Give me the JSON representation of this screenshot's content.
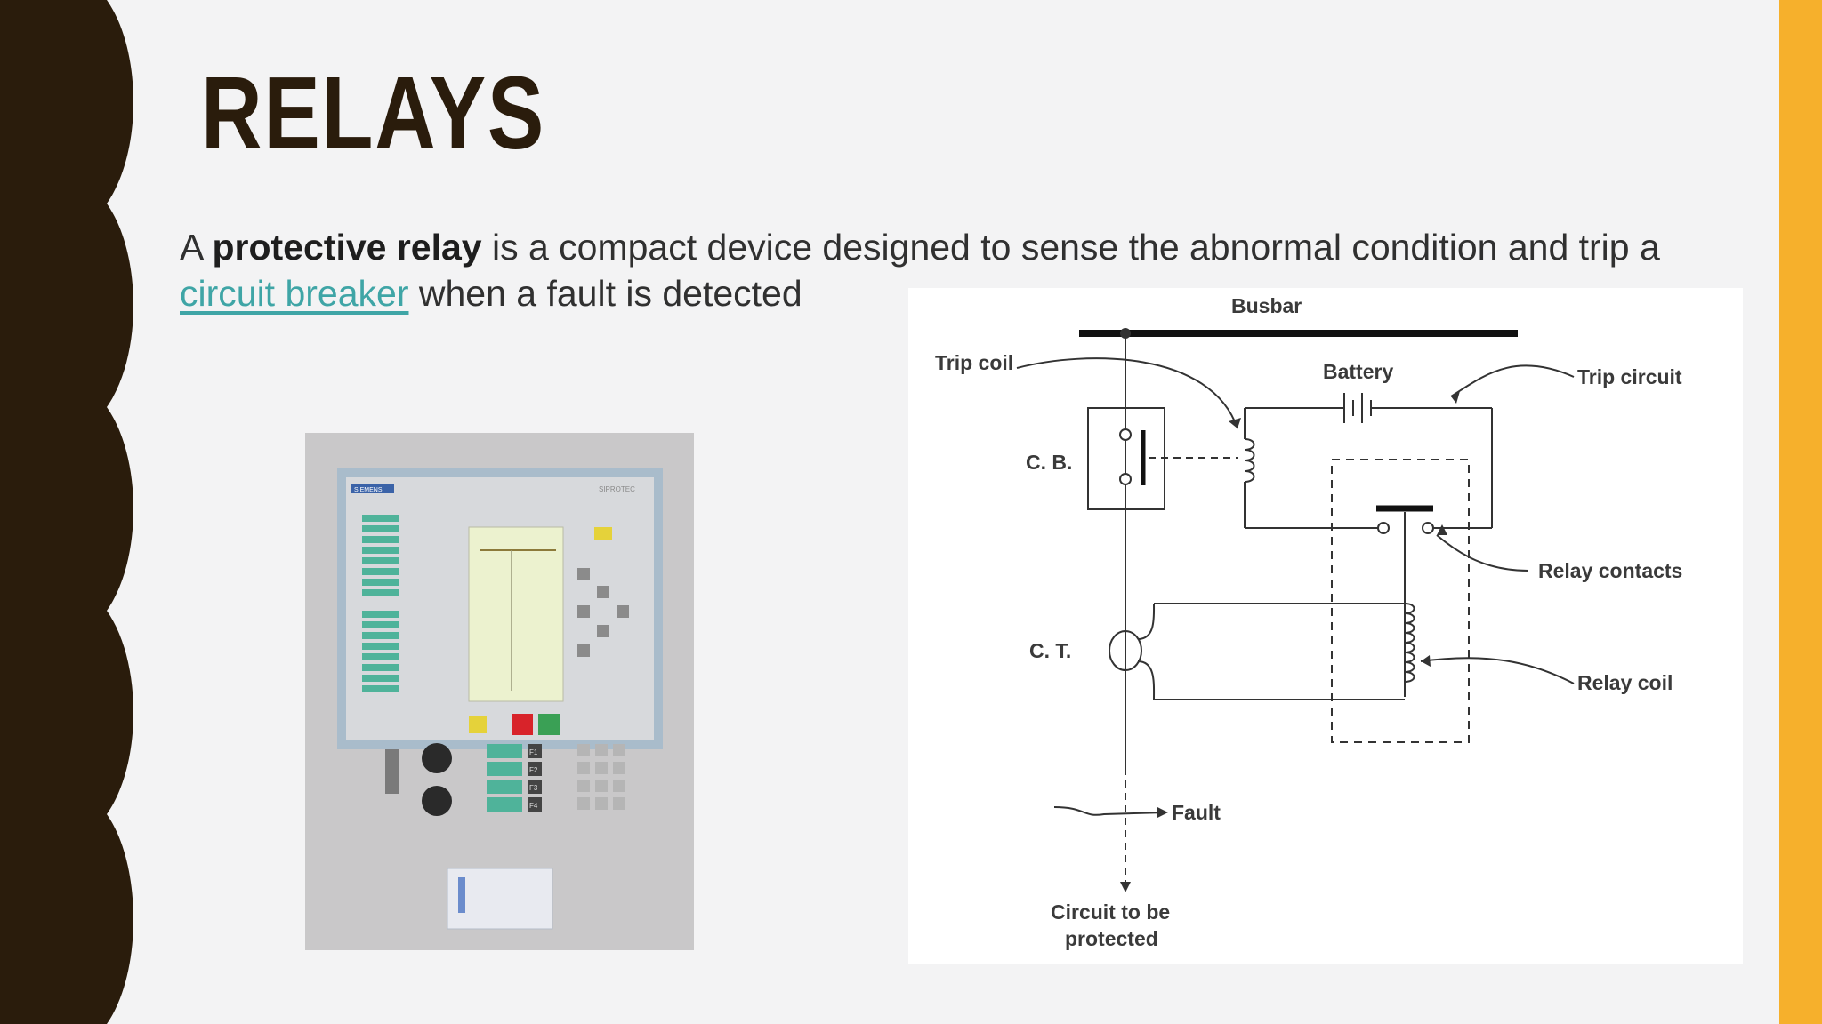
{
  "slide": {
    "title": "RELAYS",
    "text": {
      "part1": "A ",
      "bold": "protective relay",
      "part2": " is a compact device designed to sense the abnormal condition and trip a ",
      "link": "circuit breaker",
      "part3": " when a fault is detected"
    }
  },
  "device_photo": {
    "brand": "SIEMENS",
    "model": "SIPROTEC",
    "function_keys": [
      "F1",
      "F2",
      "F3",
      "F4"
    ]
  },
  "diagram": {
    "labels": {
      "busbar": "Busbar",
      "trip_coil": "Trip coil",
      "battery": "Battery",
      "trip_circuit": "Trip circuit",
      "cb": "C. B.",
      "relay_contacts": "Relay contacts",
      "ct": "C. T.",
      "relay_coil": "Relay coil",
      "fault": "Fault",
      "circuit_line1": "Circuit to be",
      "circuit_line2": "protected"
    }
  },
  "colors": {
    "left_band": "#2a1c0c",
    "right_band": "#f6b02c",
    "background": "#f3f3f4",
    "link": "#3fa5a6"
  }
}
